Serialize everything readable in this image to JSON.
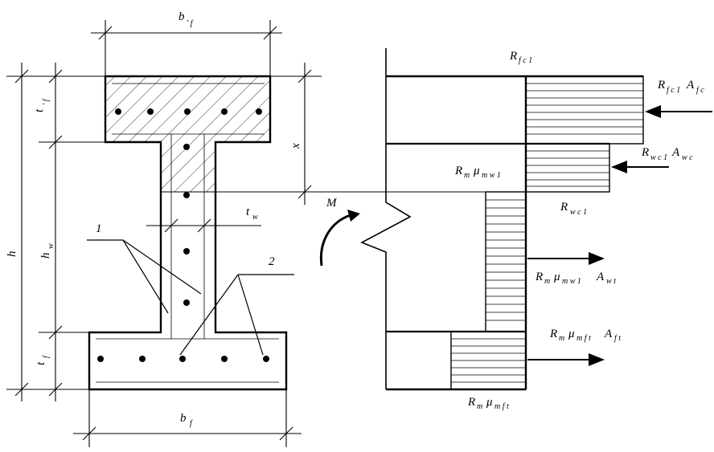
{
  "labels": {
    "bf_top": "b",
    "bf_top_sub": "′ f",
    "tf_top": "t",
    "tf_top_sub": "′ f",
    "h": "h",
    "hw": "h",
    "hw_sub": "w",
    "tf_bot": "t",
    "tf_bot_sub": "f",
    "bf_bot": "b",
    "bf_bot_sub": "f",
    "x": "x",
    "tw": "t",
    "tw_sub": "w",
    "one": "1",
    "two": "2",
    "M": "M"
  },
  "stress": {
    "rfc1": "R",
    "rfc1_sub": "f c 1",
    "rfc1_af": "R",
    "rfc1_af_sub1": "f c 1",
    "rfc1_af_A": "A",
    "rfc1_af_sub2": "f c",
    "rwc1_aw": "R",
    "rwc1_aw_sub1": "w c 1",
    "rwc1_aw_A": "A",
    "rwc1_aw_sub2": "w c",
    "rm_mu_mw1": "R",
    "rm_mu_mw1_sub1": "m",
    "rm_mu_mw1_mu": "μ",
    "rm_mu_mw1_sub2": "m w 1",
    "rwc1": "R",
    "rwc1_sub": "w c 1",
    "rm_mu_mw1_aw": "R",
    "rm_mu_mw1_aw_sub1": "m",
    "rm_mu_mw1_aw_mu": "μ",
    "rm_mu_mw1_aw_sub2": "m w 1",
    "rm_mu_mw1_aw_A": "A",
    "rm_mu_mw1_aw_sub3": "w t",
    "rm_mu_mf_af": "R",
    "rm_mu_mf_af_sub1": "m",
    "rm_mu_mf_af_mu": "μ",
    "rm_mu_mf_af_sub2": "m f t",
    "rm_mu_mf_af_A": "A",
    "rm_mu_mf_af_sub3": "f t",
    "rm_mu_mft": "R",
    "rm_mu_mft_sub1": "m",
    "rm_mu_mft_mu": "μ",
    "rm_mu_mft_sub2": "m f t"
  }
}
